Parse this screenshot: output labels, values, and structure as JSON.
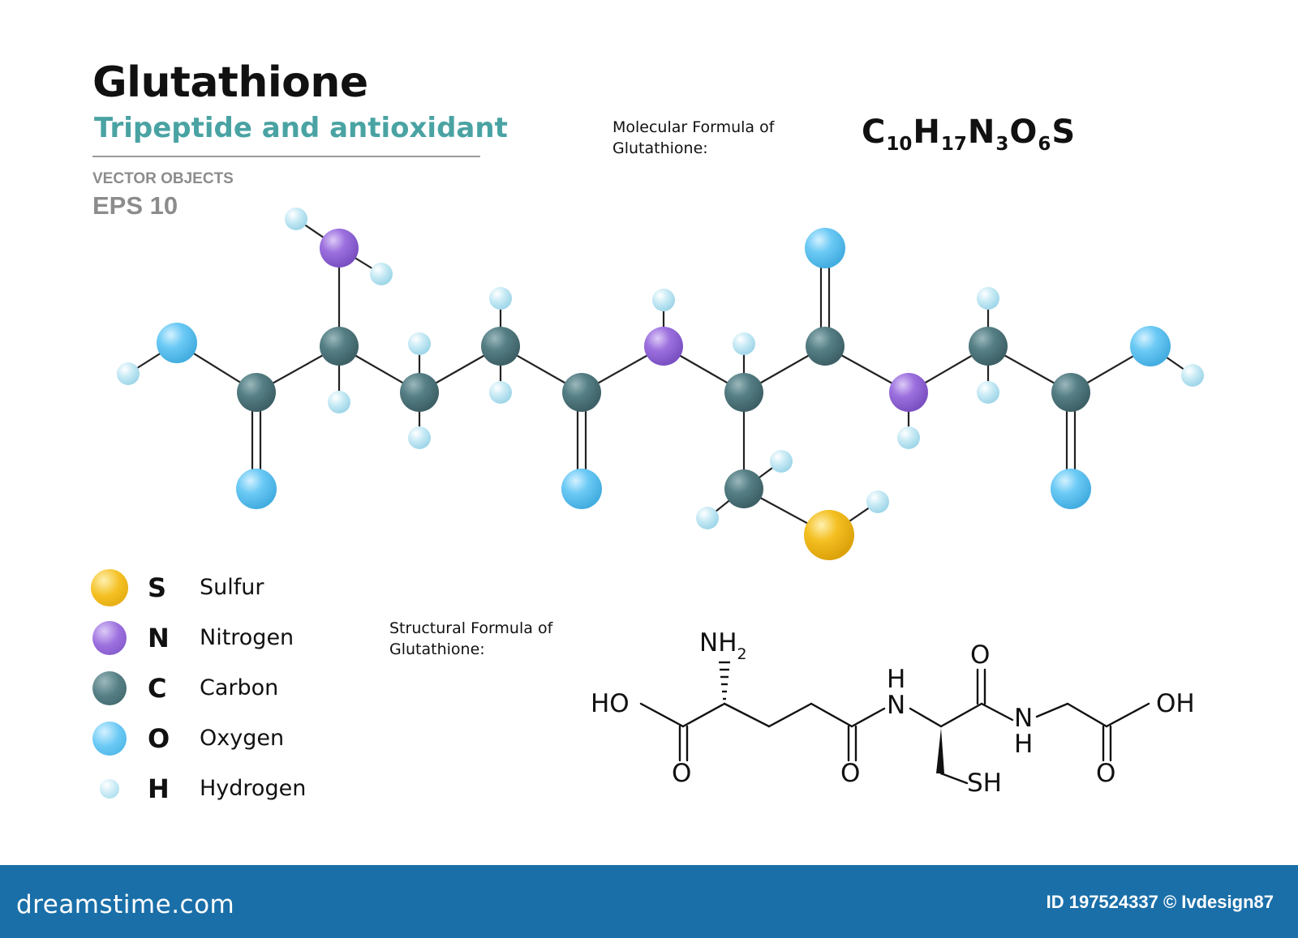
{
  "header": {
    "title": "Glutathione",
    "subtitle": "Tripeptide and antioxidant",
    "vector_label": "VECTOR OBJECTS",
    "eps_label": "EPS 10"
  },
  "molecular_formula": {
    "label_line1": "Molecular Formula of",
    "label_line2": "Glutathione:",
    "parts": [
      {
        "element": "C",
        "count": "10"
      },
      {
        "element": "H",
        "count": "17"
      },
      {
        "element": "N",
        "count": "3"
      },
      {
        "element": "O",
        "count": "6"
      },
      {
        "element": "S",
        "count": ""
      }
    ]
  },
  "structural_formula": {
    "label_line1": "Structural  Formula of",
    "label_line2": "Glutathione:",
    "labels": {
      "nh2": "NH",
      "nh2_sub": "2",
      "ho": "HO",
      "oh": "OH",
      "o": "O",
      "nh_h": "H",
      "nh_n": "N",
      "sh": "SH"
    }
  },
  "legend": [
    {
      "symbol": "S",
      "name": "Sulfur",
      "color": "#f2bd1e",
      "key": "sulfur"
    },
    {
      "symbol": "N",
      "name": "Nitrogen",
      "color": "#9a6fdc",
      "key": "nitrogen"
    },
    {
      "symbol": "C",
      "name": "Carbon",
      "color": "#4f7a80",
      "key": "carbon"
    },
    {
      "symbol": "O",
      "name": "Oxygen",
      "color": "#66c6f2",
      "key": "oxygen"
    },
    {
      "symbol": "H",
      "name": "Hydrogen",
      "color": "#bfe6f2",
      "key": "hydrogen"
    }
  ],
  "footer": {
    "brand": "dreamstime.com",
    "image_id": "ID 197524337 © Ivdesign87",
    "color": "#1a6fa8"
  }
}
